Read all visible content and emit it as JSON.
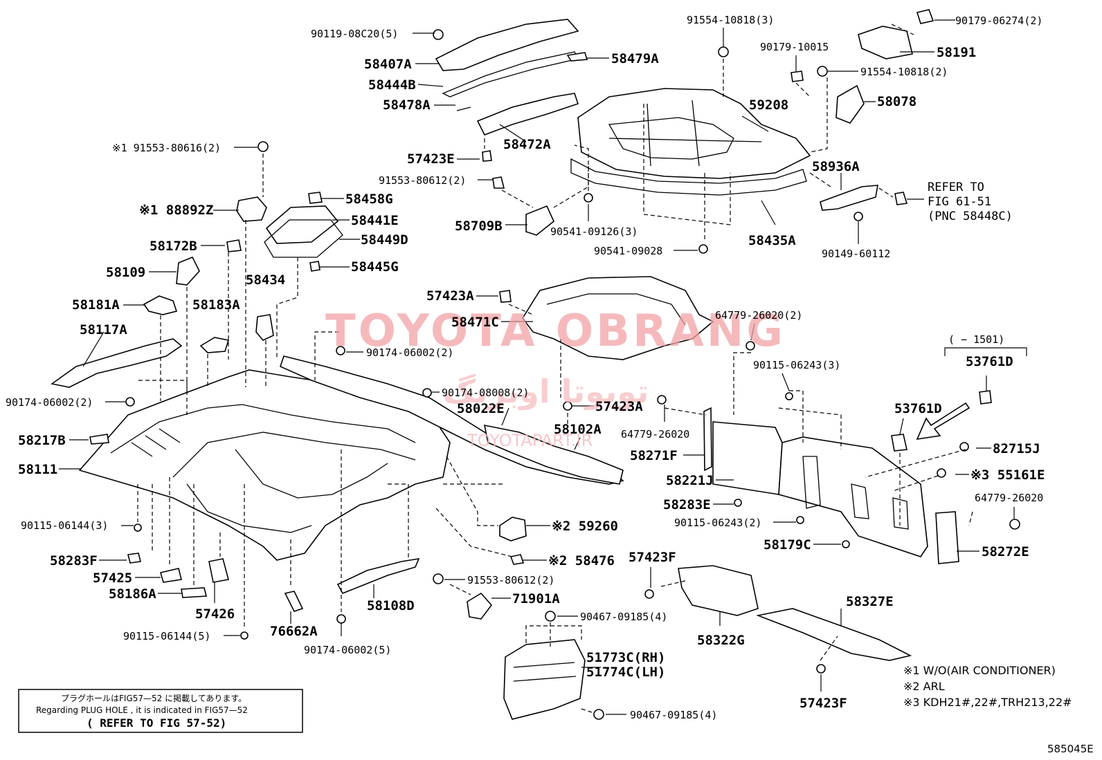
{
  "watermark": {
    "line1": "TOYOTA OBRANG",
    "line2": "تویوتا اوبرنگ",
    "line3": "TOYOTAPART.IR"
  },
  "labels": [
    {
      "id": "p90119",
      "text": "90119-08C20(5)"
    },
    {
      "id": "p58407A",
      "text": "58407A"
    },
    {
      "id": "p58479A",
      "text": "58479A"
    },
    {
      "id": "p58444B",
      "text": "58444B"
    },
    {
      "id": "p58478A",
      "text": "58478A"
    },
    {
      "id": "p58472A",
      "text": "58472A"
    },
    {
      "id": "p57423E",
      "text": "57423E"
    },
    {
      "id": "p91553_80612a",
      "text": "91553-80612(2)"
    },
    {
      "id": "p58709B",
      "text": "58709B"
    },
    {
      "id": "p91553_80616",
      "text": "※1 91553-80616(2)"
    },
    {
      "id": "p88892Z",
      "text": "※1 88892Z"
    },
    {
      "id": "p58458G",
      "text": "58458G"
    },
    {
      "id": "p58441E",
      "text": "58441E"
    },
    {
      "id": "p58449D",
      "text": "58449D"
    },
    {
      "id": "p58445G",
      "text": "58445G"
    },
    {
      "id": "p58172B",
      "text": "58172B"
    },
    {
      "id": "p58109",
      "text": "58109"
    },
    {
      "id": "p58434",
      "text": "58434"
    },
    {
      "id": "p58181A",
      "text": "58181A"
    },
    {
      "id": "p58183A",
      "text": "58183A"
    },
    {
      "id": "p58117A",
      "text": "58117A"
    },
    {
      "id": "p90174_06002a",
      "text": "90174-06002(2)"
    },
    {
      "id": "p90174_06002b",
      "text": "90174-06002(2)"
    },
    {
      "id": "p90174_08008",
      "text": "90174-08008(2)"
    },
    {
      "id": "p58217B",
      "text": "58217B"
    },
    {
      "id": "p58111",
      "text": "58111"
    },
    {
      "id": "p90115_06144a",
      "text": "90115-06144(3)"
    },
    {
      "id": "p58283F",
      "text": "58283F"
    },
    {
      "id": "p57425",
      "text": "57425"
    },
    {
      "id": "p58186A",
      "text": "58186A"
    },
    {
      "id": "p57426",
      "text": "57426"
    },
    {
      "id": "p90115_06144b",
      "text": "90115-06144(5)"
    },
    {
      "id": "p76662A",
      "text": "76662A"
    },
    {
      "id": "p90174_06002c",
      "text": "90174-06002(5)"
    },
    {
      "id": "p58108D",
      "text": "58108D"
    },
    {
      "id": "p91553_80612b",
      "text": "91553-80612(2)"
    },
    {
      "id": "p71901A",
      "text": "71901A"
    },
    {
      "id": "p59260",
      "text": "※2 59260"
    },
    {
      "id": "p58476",
      "text": "※2 58476"
    },
    {
      "id": "p58022E",
      "text": "58022E"
    },
    {
      "id": "p58102A",
      "text": "58102A"
    },
    {
      "id": "p57423A_a",
      "text": "57423A"
    },
    {
      "id": "p58471C",
      "text": "58471C"
    },
    {
      "id": "p57423A_b",
      "text": "57423A"
    },
    {
      "id": "p91554_10818a",
      "text": "91554-10818(3)"
    },
    {
      "id": "p90179_10015",
      "text": "90179-10015"
    },
    {
      "id": "p90179_06274",
      "text": "90179-06274(2)"
    },
    {
      "id": "p58191",
      "text": "58191"
    },
    {
      "id": "p91554_10818b",
      "text": "91554-10818(2)"
    },
    {
      "id": "p58078",
      "text": "58078"
    },
    {
      "id": "p59208",
      "text": "59208"
    },
    {
      "id": "p58936A",
      "text": "58936A"
    },
    {
      "id": "p90541_09126",
      "text": "90541-09126(3)"
    },
    {
      "id": "p90541_09028",
      "text": "90541-09028"
    },
    {
      "id": "p58435A",
      "text": "58435A"
    },
    {
      "id": "p90149_60112",
      "text": "90149-60112"
    },
    {
      "id": "p64779_26020a",
      "text": "64779-26020(2)"
    },
    {
      "id": "p90115_06243a",
      "text": "90115-06243(3)"
    },
    {
      "id": "p64779_26020b",
      "text": "64779-26020"
    },
    {
      "id": "p58271F",
      "text": "58271F"
    },
    {
      "id": "p58221J",
      "text": "58221J"
    },
    {
      "id": "p58283E",
      "text": "58283E"
    },
    {
      "id": "p90115_06243b",
      "text": "90115-06243(2)"
    },
    {
      "id": "p58179C",
      "text": "58179C"
    },
    {
      "id": "p53761D_top",
      "text": "53761D"
    },
    {
      "id": "p53761D",
      "text": "53761D"
    },
    {
      "id": "p82715J",
      "text": "82715J"
    },
    {
      "id": "p55161E",
      "text": "※3 55161E"
    },
    {
      "id": "p64779_26020c",
      "text": "64779-26020"
    },
    {
      "id": "p58272E",
      "text": "58272E"
    },
    {
      "id": "p57423F_a",
      "text": "57423F"
    },
    {
      "id": "p58322G",
      "text": "58322G"
    },
    {
      "id": "p58327E",
      "text": "58327E"
    },
    {
      "id": "p57423F_b",
      "text": "57423F"
    },
    {
      "id": "p90467_09185a",
      "text": "90467-09185(4)"
    },
    {
      "id": "p51773C",
      "text": "51773C(RH)"
    },
    {
      "id": "p51774C",
      "text": "51774C(LH)"
    },
    {
      "id": "p90467_09185b",
      "text": "90467-09185(4)"
    }
  ],
  "refer": {
    "line1": "REFER TO",
    "line2": "FIG 61-51",
    "line3": "(PNC 58448C)"
  },
  "range_note": "(  − 1501)",
  "legend": [
    "※1 W/O(AIR CONDITIONER)",
    "※2 ARL",
    "※3 KDH21#,22#,TRH213,22#"
  ],
  "note_box": {
    "jp": "プラグホールはFIG57—52 に掲載してあります。",
    "en": "Regarding  PLUG HOLE , it is indicated  in FIG57—52",
    "ref": "( REFER TO FIG 57-52)"
  },
  "figure_code": "585045E"
}
